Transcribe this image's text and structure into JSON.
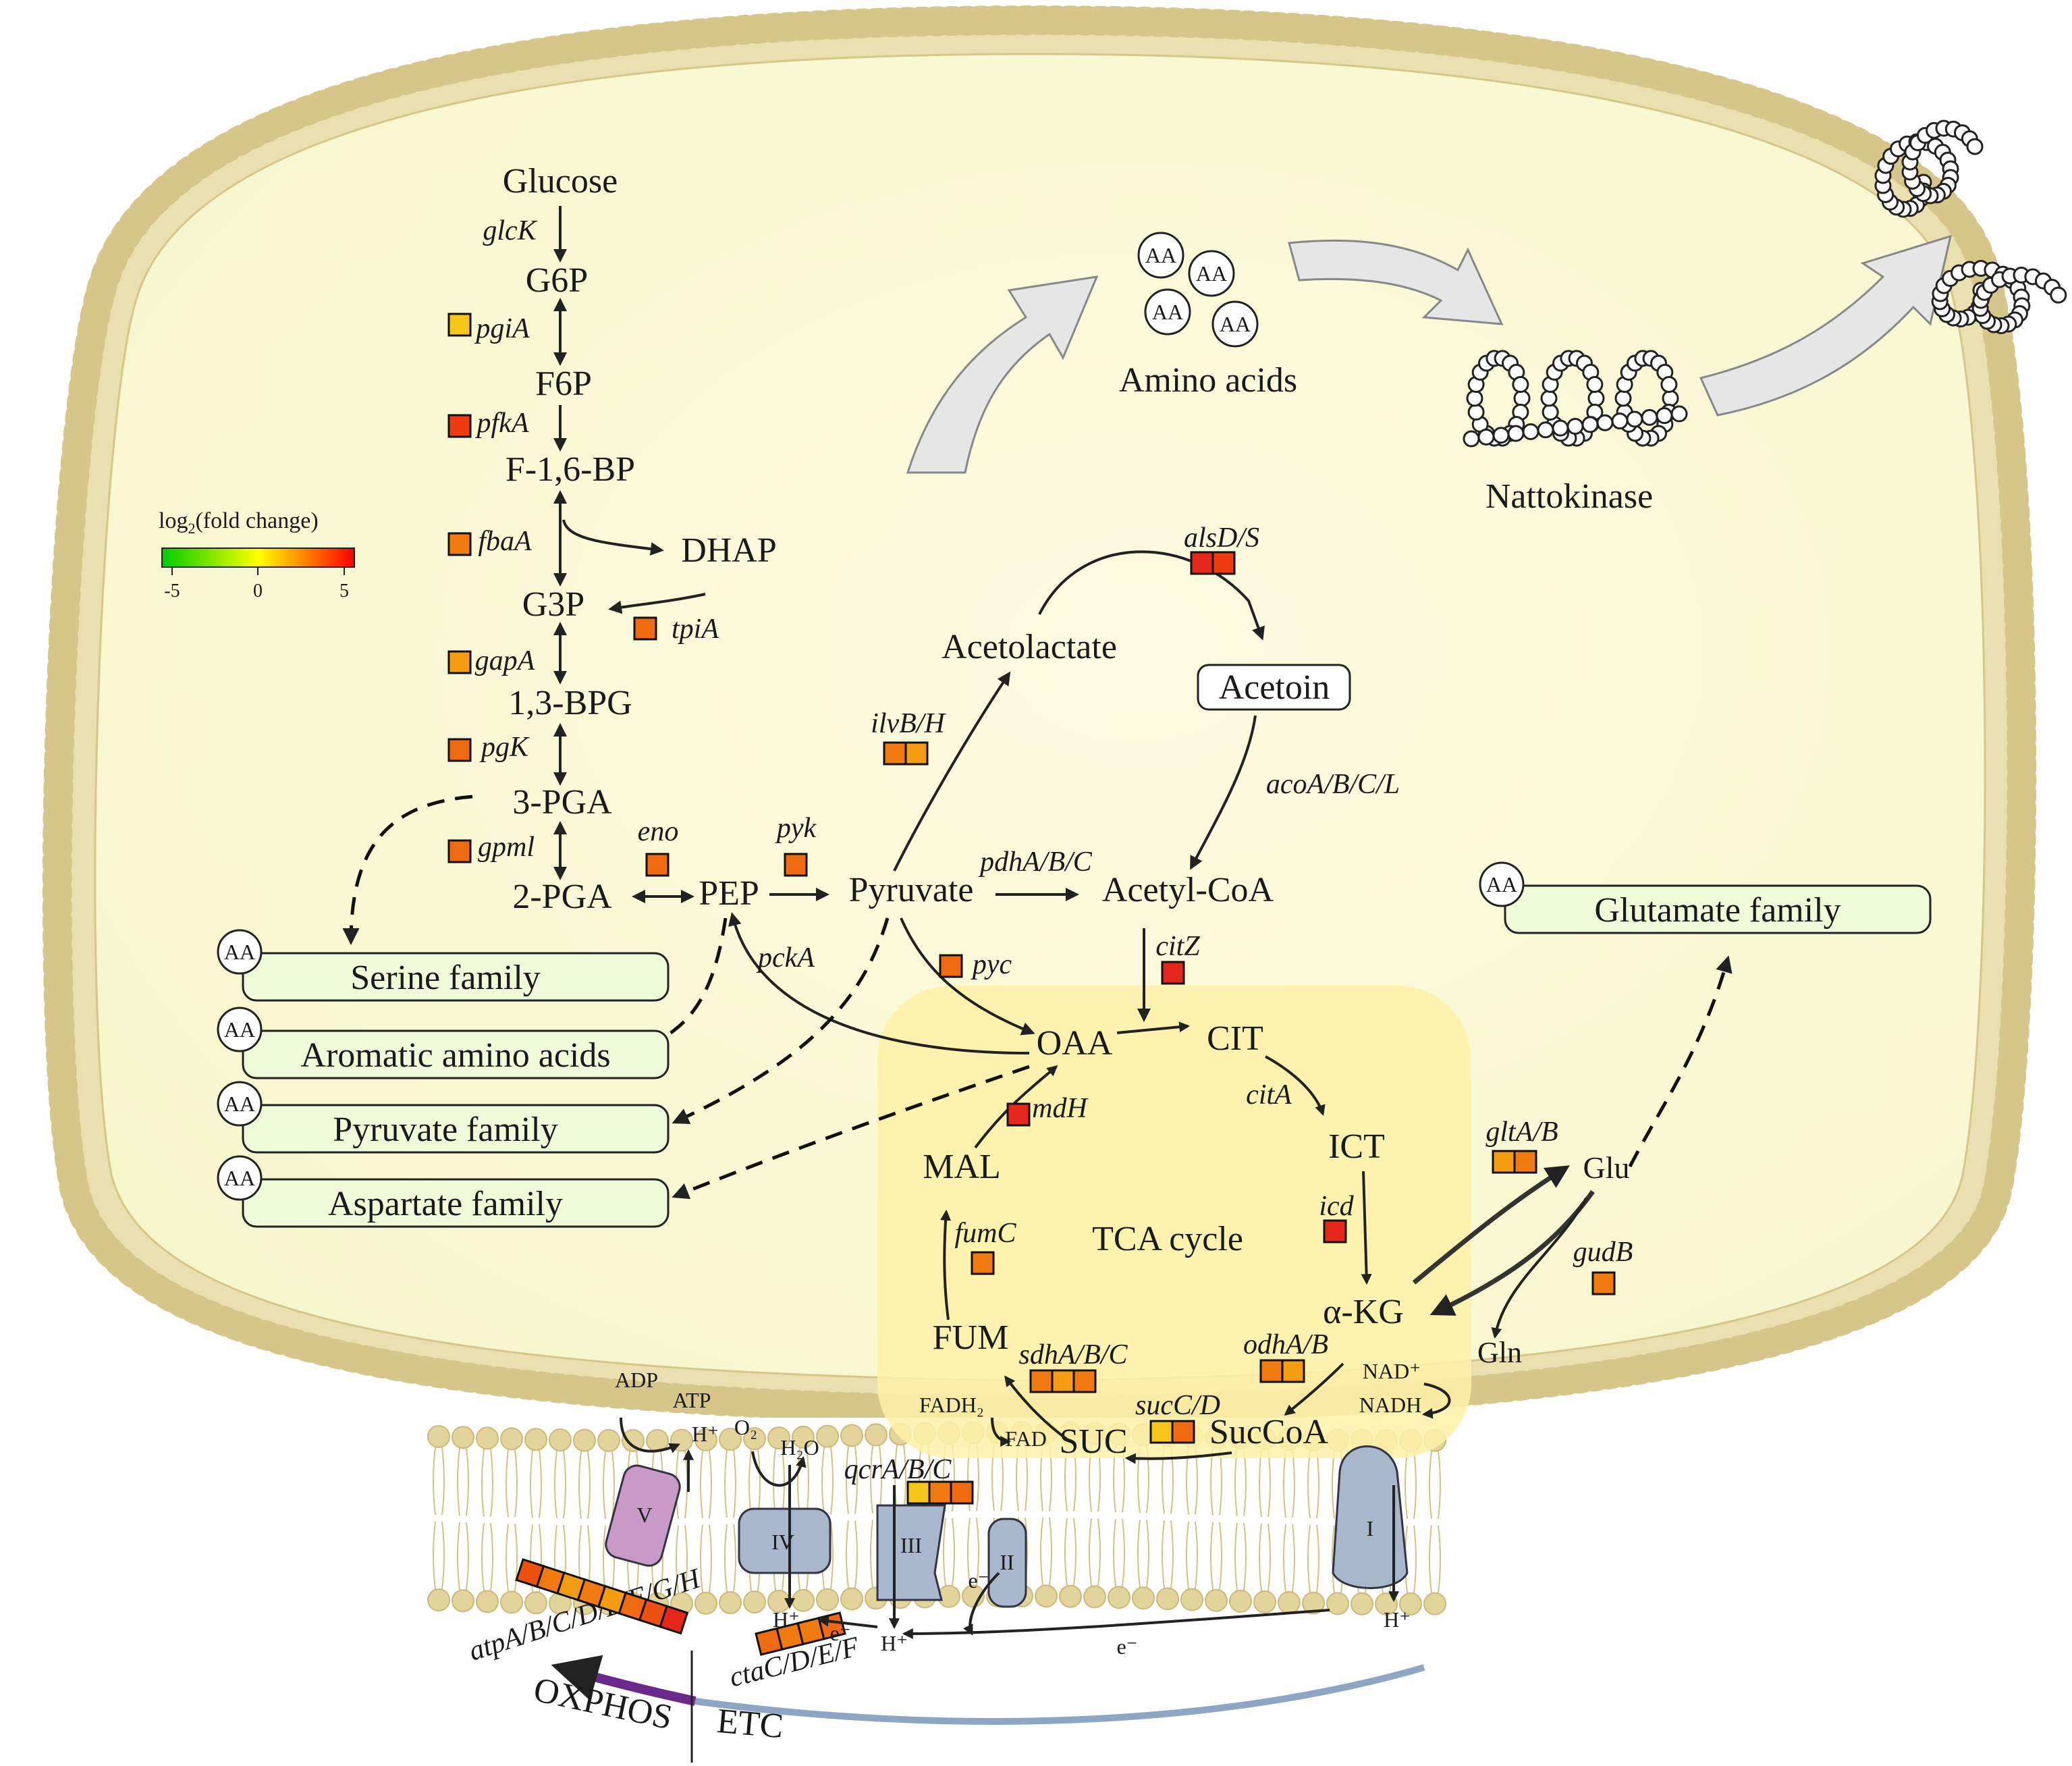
{
  "colors": {
    "cytoplasm": "#fbfbd8",
    "tca_region": "#fff3b0",
    "lipid_head": "#e0d39a",
    "family_box": "#eefad8",
    "etc_arc": "#8ea6c3",
    "oxphos_arc": "#6a2a8c",
    "complex_blue": "#a8b7cb",
    "complex_purple": "#c79ac8",
    "gradient_legend": [
      "#00cc00",
      "#ffff00",
      "#ff0000"
    ]
  },
  "legend": {
    "title": "log",
    "title_sub": "2",
    "title_tail": "(fold change)",
    "ticks": [
      "-5",
      "0",
      "5"
    ]
  },
  "metabolites": {
    "glucose": "Glucose",
    "g6p": "G6P",
    "f6p": "F6P",
    "f16bp": "F-1,6-BP",
    "dhap": "DHAP",
    "g3p": "G3P",
    "bpg": "1,3-BPG",
    "pga3": "3-PGA",
    "pga2": "2-PGA",
    "pep": "PEP",
    "pyruvate": "Pyruvate",
    "acetolactate": "Acetolactate",
    "acetoin": "Acetoin",
    "acetylcoa": "Acetyl-CoA",
    "oaa": "OAA",
    "cit": "CIT",
    "ict": "ICT",
    "akg": "α-KG",
    "succoa": "SucCoA",
    "suc": "SUC",
    "fum": "FUM",
    "mal": "MAL",
    "tca": "TCA cycle",
    "glu": "Glu",
    "gln": "Gln",
    "amino_acids": "Amino acids",
    "nattokinase": "Nattokinase",
    "fadh2": "FADH₂",
    "fad": "FAD",
    "nad": "NAD⁺",
    "nadh": "NADH",
    "adp": "ADP",
    "atp": "ATP",
    "o2": "O₂",
    "h2o": "H₂O",
    "hplus": "H⁺",
    "eminus": "e⁻"
  },
  "genes": {
    "glcK": "glcK",
    "pgiA": "pgiA",
    "pfkA": "pfkA",
    "fbaA": "fbaA",
    "tpiA": "tpiA",
    "gapA": "gapA",
    "pgK": "pgK",
    "gpml": "gpml",
    "eno": "eno",
    "pyk": "pyk",
    "pckA": "pckA",
    "ilvBH": "ilvB/H",
    "alsDS": "alsD/S",
    "acoABCL": "acoA/B/C/L",
    "pdhABC": "pdhA/B/C",
    "citZ": "citZ",
    "pyc": "pyc",
    "citA": "citA",
    "icd": "icd",
    "mdH": "mdH",
    "fumC": "fumC",
    "sdhABC": "sdhA/B/C",
    "sucCD": "sucC/D",
    "odhAB": "odhA/B",
    "gltAB": "gltA/B",
    "gudB": "gudB",
    "qcrABC": "qcrA/B/C",
    "ctaCDEF": "ctaC/D/E/F",
    "atpABCDEFGH": "atpA/B/C/D/E/F/G/H"
  },
  "families": {
    "aa": "AA",
    "serine": "Serine family",
    "aromatic": "Aromatic amino acids",
    "pyruvate": "Pyruvate family",
    "aspartate": "Aspartate family",
    "glutamate": "Glutamate family"
  },
  "complexes": [
    "I",
    "II",
    "III",
    "IV",
    "V"
  ],
  "bottom": {
    "oxphos": "OXPHOS",
    "etc": "ETC"
  },
  "expression_boxes": {
    "pgiA": [
      "#f5c518"
    ],
    "pfkA": [
      "#ee3b10"
    ],
    "fbaA": [
      "#f07a10"
    ],
    "tpiA": [
      "#ef6a10"
    ],
    "gapA": [
      "#f39c12"
    ],
    "pgK": [
      "#ef6a10"
    ],
    "gpml": [
      "#ef6a10"
    ],
    "eno": [
      "#ef6a10"
    ],
    "pyk": [
      "#ef6a10"
    ],
    "ilvBH": [
      "#f07a10",
      "#f39c12"
    ],
    "alsDS": [
      "#e5261a",
      "#ee3b10"
    ],
    "citZ": [
      "#e5261a"
    ],
    "pyc": [
      "#ef6a10"
    ],
    "mdH": [
      "#e5261a"
    ],
    "icd": [
      "#e5261a"
    ],
    "fumC": [
      "#f07a10"
    ],
    "sdhABC": [
      "#f07a10",
      "#f39c12",
      "#f07a10"
    ],
    "sucCD": [
      "#f5c518",
      "#ef6a10"
    ],
    "odhAB": [
      "#f07a10",
      "#f39c12"
    ],
    "gltAB": [
      "#f39c12",
      "#f07a10"
    ],
    "gudB": [
      "#f07a10"
    ],
    "qcrABC": [
      "#f5c518",
      "#f07a10",
      "#ef6a10"
    ],
    "ctaCDEF": [
      "#ef6a10",
      "#f07a10",
      "#f07a10",
      "#ef6a10"
    ],
    "atpABCDEFGH": [
      "#ee5010",
      "#f07a10",
      "#f39c12",
      "#f07a10",
      "#f39c12",
      "#ef6a10",
      "#ee5010",
      "#e5261a"
    ]
  }
}
